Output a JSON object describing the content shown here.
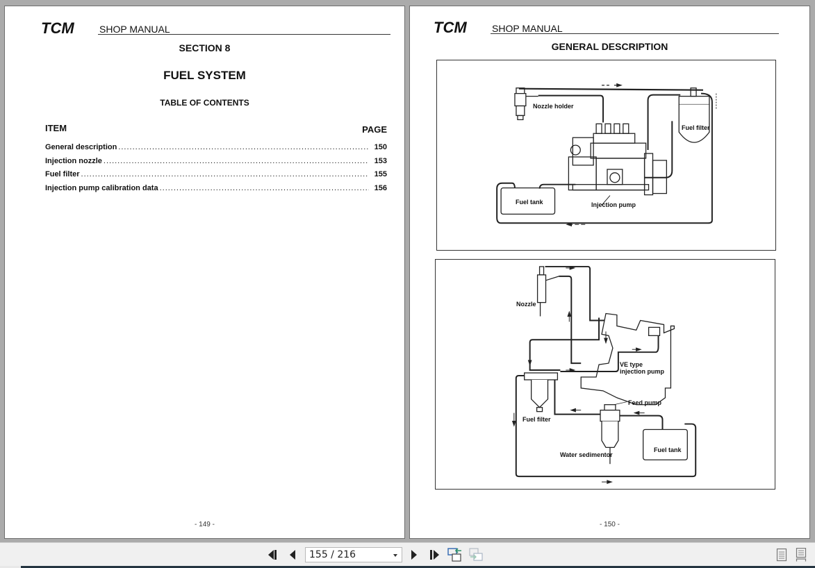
{
  "viewer": {
    "page_indicator": "155 / 216",
    "buttons": {
      "first": "first-page",
      "prev": "previous-page",
      "next": "next-page",
      "last": "last-page",
      "back_view": "previous-view",
      "forward_view": "next-view",
      "single_page": "single-page-view",
      "continuous": "continuous-view"
    }
  },
  "left_page": {
    "brand": "TCM",
    "header_title": "SHOP MANUAL",
    "section": "SECTION 8",
    "title": "FUEL SYSTEM",
    "toc_title": "TABLE OF CONTENTS",
    "toc_headers": {
      "item": "ITEM",
      "page": "PAGE"
    },
    "toc_items": [
      {
        "label": "General description",
        "page": "150"
      },
      {
        "label": "Injection nozzle",
        "page": "153"
      },
      {
        "label": "Fuel filter",
        "page": "155"
      },
      {
        "label": "Injection pump calibration data",
        "page": "156"
      }
    ],
    "page_number": "- 149 -"
  },
  "right_page": {
    "brand": "TCM",
    "header_title": "SHOP MANUAL",
    "title": "GENERAL DESCRIPTION",
    "figure1_labels": {
      "nozzle_holder": "Nozzle holder",
      "fuel_filter": "Fuel filter",
      "fuel_tank": "Fuel tank",
      "injection_pump": "Injection pump"
    },
    "figure2_labels": {
      "nozzle": "Nozzle",
      "ve_pump_line1": "VE type",
      "ve_pump_line2": "injection pump",
      "feed_pump": "Feed pump",
      "fuel_filter": "Fuel filter",
      "water_sedimentor": "Water sedimentor",
      "fuel_tank": "Fuel tank"
    },
    "page_number": "- 150 -"
  },
  "colors": {
    "viewer_background": "#ababab",
    "toolbar_background": "#f0f0f0",
    "ink": "#111111",
    "accent_icon": "#3a7bd5"
  }
}
